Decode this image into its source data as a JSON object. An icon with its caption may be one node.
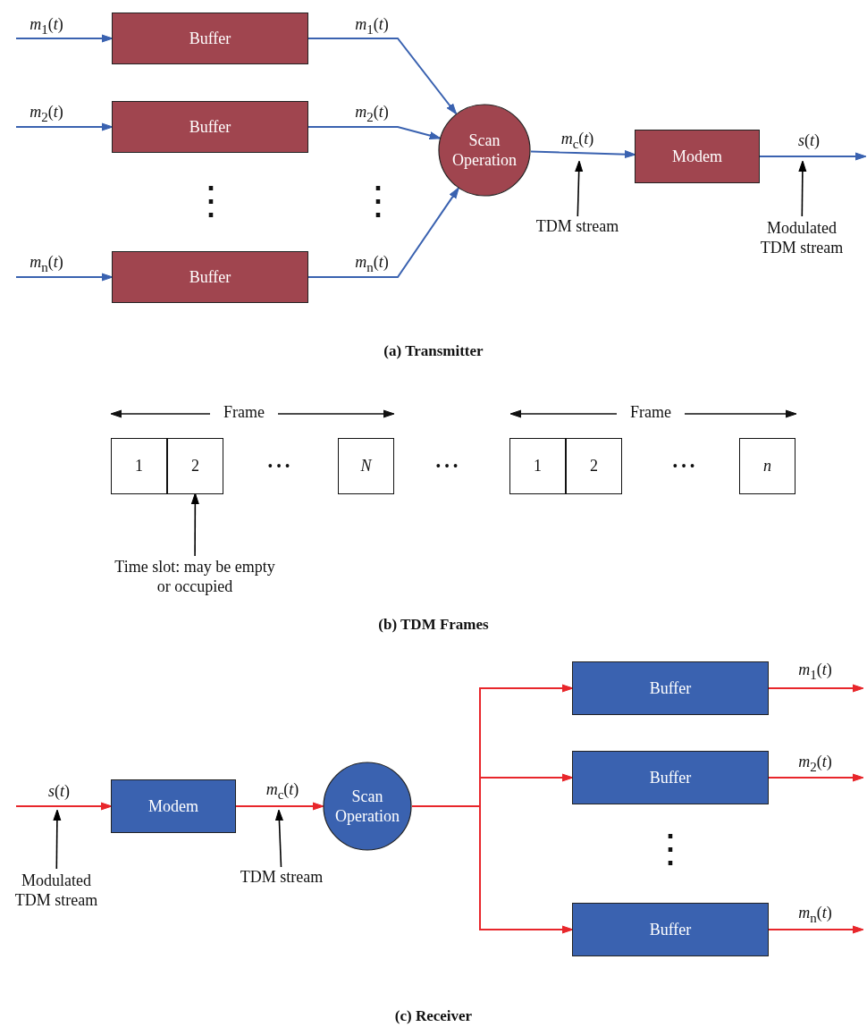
{
  "diagram": {
    "nodes": [
      {
        "text": [
          "Buffer"
        ]
      },
      {
        "text": [
          "Buffer"
        ]
      },
      {
        "text": [
          "Buffer"
        ]
      },
      {
        "text": [
          "Scan Operation"
        ]
      },
      {
        "text": [
          "Modem"
        ]
      },
      {
        "text": [
          "TDM stream"
        ]
      },
      {
        "text": [
          "Modulated TDM stream"
        ]
      },
      {
        "text": [
          "1"
        ]
      },
      {
        "text": [
          "2"
        ]
      },
      {
        "text": [
          "*N*"
        ]
      },
      {
        "text": [
          "1"
        ]
      },
      {
        "text": [
          "2"
        ]
      },
      {
        "text": [
          "*n*"
        ]
      },
      {
        "text": [
          "Time slot: may be empty or occupied"
        ]
      },
      {
        "text": [
          "Modem"
        ]
      },
      {
        "text": [
          "Scan Operation"
        ]
      },
      {
        "text": [
          "Buffer"
        ]
      },
      {
        "text": [
          "Buffer"
        ]
      },
      {
        "text": [
          "Buffer"
        ]
      },
      {
        "text": [
          "Modulated TDM stream"
        ]
      },
      {
        "text": [
          "TDM stream"
        ]
      }
    ],
    "edges": [
      {
        "from": null,
        "to": 0,
        "arrow": "to",
        "label": "*m*$_{1}$(*t*)",
        "color": "#3a62b0"
      },
      {
        "from": null,
        "to": 1,
        "arrow": "to",
        "label": "*m*$_{2}$(*t*)",
        "color": "#3a62b0"
      },
      {
        "from": null,
        "to": 2,
        "arrow": "to",
        "label": "*m*$_{n}$(*t*)",
        "color": "#3a62b0"
      },
      {
        "from": 0,
        "to": 3,
        "arrow": "to",
        "label": "*m*$_{1}$(*t*)",
        "color": "#3a62b0"
      },
      {
        "from": 1,
        "to": 3,
        "arrow": "to",
        "label": "*m*$_{2}$(*t*)",
        "color": "#3a62b0"
      },
      {
        "from": 2,
        "to": 3,
        "arrow": "to",
        "label": "*m*$_{n}$(*t*)",
        "color": "#3a62b0"
      },
      {
        "from": 3,
        "to": 4,
        "arrow": "to",
        "label": "*m*$_{c}$(*t*)",
        "color": "#3a62b0"
      },
      {
        "from": 4,
        "to": null,
        "arrow": "to",
        "label": "*s*(*t*)",
        "color": "#3a62b0"
      },
      {
        "from": 5,
        "to": null,
        "arrow": "to",
        "color": "#000000"
      },
      {
        "from": 6,
        "to": null,
        "arrow": "to",
        "color": "#000000"
      },
      {
        "from": 13,
        "to": 8,
        "arrow": "to",
        "color": "#000000"
      },
      {
        "from": null,
        "to": 14,
        "arrow": "to",
        "label": "*s*(*t*)",
        "color": "#e8262b"
      },
      {
        "from": 14,
        "to": 15,
        "arrow": "to",
        "label": "*m*$_{c}$(*t*)",
        "color": "#e8262b"
      },
      {
        "from": 15,
        "to": 16,
        "arrow": "to",
        "color": "#e8262b"
      },
      {
        "from": 15,
        "to": 17,
        "arrow": "to",
        "color": "#e8262b"
      },
      {
        "from": 15,
        "to": 18,
        "arrow": "to",
        "color": "#e8262b"
      },
      {
        "from": 16,
        "to": null,
        "arrow": "to",
        "label": "*m*$_{1}$(*t*)",
        "color": "#e8262b"
      },
      {
        "from": 17,
        "to": null,
        "arrow": "to",
        "label": "*m*$_{2}$(*t*)",
        "color": "#e8262b"
      },
      {
        "from": 18,
        "to": null,
        "arrow": "to",
        "label": "*m*$_{n}$(*t*)",
        "color": "#e8262b"
      },
      {
        "from": 19,
        "to": null,
        "arrow": "to",
        "color": "#000000"
      },
      {
        "from": 20,
        "to": null,
        "arrow": "to",
        "color": "#000000"
      }
    ],
    "labels": [
      "⋮",
      "⋮",
      "(a) Transmitter",
      "Frame",
      "Frame",
      "• • •",
      "• • •",
      "• • •",
      "(b) TDM Frames",
      "⋮",
      "(c) Receiver"
    ]
  }
}
